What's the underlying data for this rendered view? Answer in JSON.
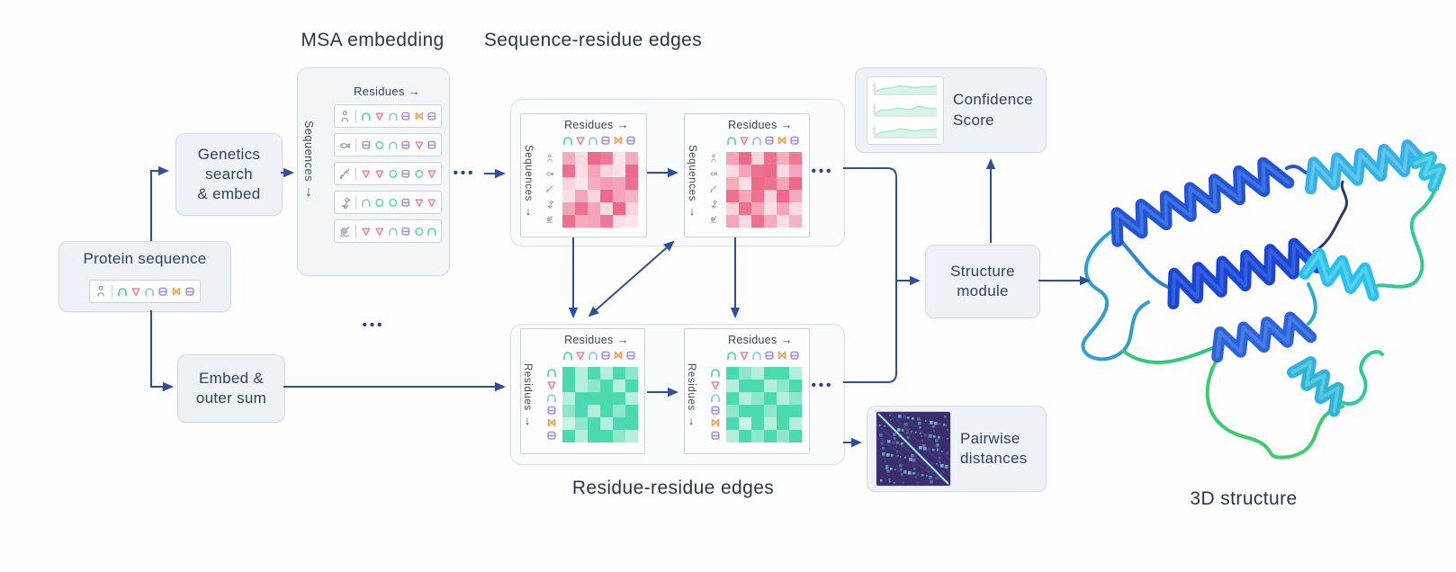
{
  "section_labels": {
    "msa_embedding": "MSA embedding",
    "sequence_residue": "Sequence-residue edges",
    "residue_residue": "Residue-residue edges",
    "structure_3d": "3D structure"
  },
  "boxes": {
    "protein_sequence": {
      "title": "Protein sequence"
    },
    "genetics_search": {
      "line1": "Genetics",
      "line2": "search",
      "line3": "& embed"
    },
    "embed_outer_sum": {
      "line1": "Embed &",
      "line2": "outer sum"
    },
    "structure_module": {
      "line1": "Structure",
      "line2": "module"
    },
    "confidence_score": {
      "line1": "Confidence",
      "line2": "Score"
    },
    "pairwise_distances": {
      "line1": "Pairwise",
      "line2": "distances"
    }
  },
  "axis_labels": {
    "residues": "Residues",
    "sequences": "Sequences"
  },
  "icons": {
    "arrow_right": "→",
    "arrow_down": "↓",
    "ellipsis": "•••"
  },
  "glyph_colors": {
    "archA": "#4ecdb4",
    "tri": "#f2849e",
    "archB": "#85c6ec",
    "sqB": "#a68fdc",
    "bow": "#f0a35c",
    "sq": "#a68fdc",
    "circ": "#5ad8b5"
  },
  "colors": {
    "arrow": "#2f4e9d",
    "red_scale": [
      "#fdf0f4",
      "#ea5a7d"
    ],
    "green_scale": [
      "#eefbf6",
      "#2ed3a3"
    ],
    "matrix_bg": "#3b2e6e",
    "matrix_diag": "#8ce8c8"
  },
  "msa": {
    "header_shapes": [
      "archA",
      "tri",
      "archB",
      "sqB",
      "bow",
      "sq"
    ],
    "rows": [
      {
        "icon": "human",
        "shapes": [
          "archA",
          "tri",
          "archB",
          "sqB",
          "bow",
          "sq"
        ]
      },
      {
        "icon": "fish",
        "shapes": [
          "sqB",
          "circ",
          "archB",
          "sqB",
          "tri",
          "sqB"
        ]
      },
      {
        "icon": "lizard",
        "shapes": [
          "tri",
          "tri",
          "circ",
          "sqB",
          "circ",
          "tri"
        ]
      },
      {
        "icon": "bird",
        "shapes": [
          "archB",
          "circ",
          "circ",
          "sqB",
          "tri",
          "tri"
        ]
      },
      {
        "icon": "snail",
        "shapes": [
          "tri",
          "tri",
          "archB",
          "sqB",
          "circ",
          "archA"
        ]
      }
    ]
  },
  "heatmaps": {
    "seq_res_1": [
      [
        0.45,
        0.15,
        0.9,
        0.8,
        0.08,
        0.45
      ],
      [
        0.85,
        0.12,
        0.5,
        0.18,
        0.12,
        0.9
      ],
      [
        0.18,
        0.08,
        0.45,
        0.55,
        0.5,
        0.85
      ],
      [
        0.12,
        0.5,
        0.18,
        0.9,
        0.5,
        0.4
      ],
      [
        0.5,
        0.85,
        0.5,
        0.15,
        0.9,
        0.18
      ],
      [
        0.85,
        0.45,
        0.5,
        0.8,
        0.12,
        0.08
      ]
    ],
    "seq_res_2": [
      [
        0.5,
        0.9,
        0.2,
        0.85,
        0.45,
        0.8
      ],
      [
        0.15,
        0.5,
        0.85,
        0.9,
        0.15,
        0.5
      ],
      [
        0.45,
        0.12,
        0.9,
        0.85,
        0.5,
        0.9
      ],
      [
        0.85,
        0.5,
        0.85,
        0.2,
        0.9,
        0.45
      ],
      [
        0.2,
        0.85,
        0.5,
        0.12,
        0.5,
        0.15
      ],
      [
        0.5,
        0.15,
        0.85,
        0.45,
        0.12,
        0.4
      ]
    ],
    "res_res_1": [
      [
        0.85,
        0.3,
        0.85,
        0.3,
        0.85,
        0.5
      ],
      [
        0.85,
        0.3,
        0.5,
        0.85,
        0.3,
        0.85
      ],
      [
        0.3,
        0.85,
        0.85,
        0.85,
        0.85,
        0.3
      ],
      [
        0.5,
        0.85,
        0.3,
        0.85,
        0.5,
        0.85
      ],
      [
        0.2,
        0.5,
        0.85,
        0.3,
        0.85,
        0.85
      ],
      [
        0.85,
        0.3,
        0.85,
        0.85,
        0.5,
        0.3
      ]
    ],
    "res_res_2": [
      [
        0.85,
        0.5,
        0.3,
        0.85,
        0.85,
        0.3
      ],
      [
        0.3,
        0.85,
        0.85,
        0.3,
        0.5,
        0.85
      ],
      [
        0.85,
        0.3,
        0.5,
        0.85,
        0.3,
        0.5
      ],
      [
        0.5,
        0.85,
        0.85,
        0.5,
        0.85,
        0.85
      ],
      [
        0.85,
        0.2,
        0.85,
        0.3,
        0.85,
        0.3
      ],
      [
        0.3,
        0.85,
        0.5,
        0.85,
        0.5,
        0.85
      ]
    ]
  }
}
